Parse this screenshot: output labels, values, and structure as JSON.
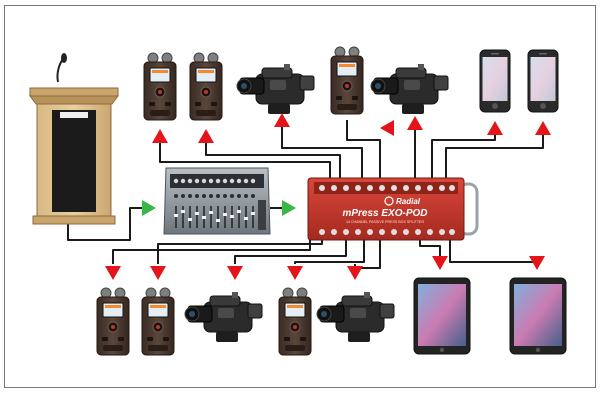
{
  "device": {
    "brand": "Radial",
    "model": "mPress EXO-POD",
    "subtitle": "14 CHANNEL PASSIVE PRESS BOX SPLITTER",
    "body_color": "#c0392b",
    "panel_color": "#9e2a1f"
  },
  "podium": {
    "nameplate": ""
  },
  "colors": {
    "arrow_output": "#e3151a",
    "arrow_input": "#3cb54a",
    "cable": "#1a1a1a"
  },
  "nodes": [
    {
      "name": "podium-microphone",
      "icon": "podium-icon",
      "direction": "input"
    },
    {
      "name": "mixing-console",
      "icon": "mixer-icon",
      "direction": "input"
    },
    {
      "name": "recorder-top-1",
      "icon": "recorder-icon",
      "direction": "output"
    },
    {
      "name": "recorder-top-2",
      "icon": "recorder-icon",
      "direction": "output"
    },
    {
      "name": "camera-top-1",
      "icon": "camera-icon",
      "direction": "output"
    },
    {
      "name": "recorder-top-3",
      "icon": "recorder-icon",
      "direction": "output"
    },
    {
      "name": "camera-top-2",
      "icon": "camera-icon",
      "direction": "output"
    },
    {
      "name": "phone-1",
      "icon": "phone-icon",
      "direction": "output"
    },
    {
      "name": "phone-2",
      "icon": "phone-icon",
      "direction": "output"
    },
    {
      "name": "recorder-bottom-1",
      "icon": "recorder-icon",
      "direction": "output"
    },
    {
      "name": "recorder-bottom-2",
      "icon": "recorder-icon",
      "direction": "output"
    },
    {
      "name": "camera-bottom-1",
      "icon": "camera-icon",
      "direction": "output"
    },
    {
      "name": "recorder-bottom-3",
      "icon": "recorder-icon",
      "direction": "output"
    },
    {
      "name": "camera-bottom-2",
      "icon": "camera-icon",
      "direction": "output"
    },
    {
      "name": "tablet-1",
      "icon": "tablet-icon",
      "direction": "output"
    },
    {
      "name": "tablet-2",
      "icon": "tablet-icon",
      "direction": "output"
    }
  ]
}
